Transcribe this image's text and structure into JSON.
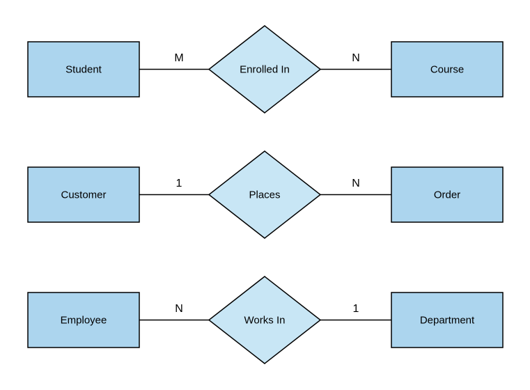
{
  "diagram": {
    "type": "entity-relationship",
    "colors": {
      "background": "#FFFFFF",
      "entity_fill": "#ACD5EE",
      "relationship_fill": "#C8E6F5",
      "stroke": "#000000",
      "text": "#000000"
    },
    "rows": [
      {
        "left_entity": "Student",
        "left_cardinality": "M",
        "relationship": "Enrolled In",
        "right_cardinality": "N",
        "right_entity": "Course"
      },
      {
        "left_entity": "Customer",
        "left_cardinality": "1",
        "relationship": "Places",
        "right_cardinality": "N",
        "right_entity": "Order"
      },
      {
        "left_entity": "Employee",
        "left_cardinality": "N",
        "relationship": "Works In",
        "right_cardinality": "1",
        "right_entity": "Department"
      }
    ]
  }
}
